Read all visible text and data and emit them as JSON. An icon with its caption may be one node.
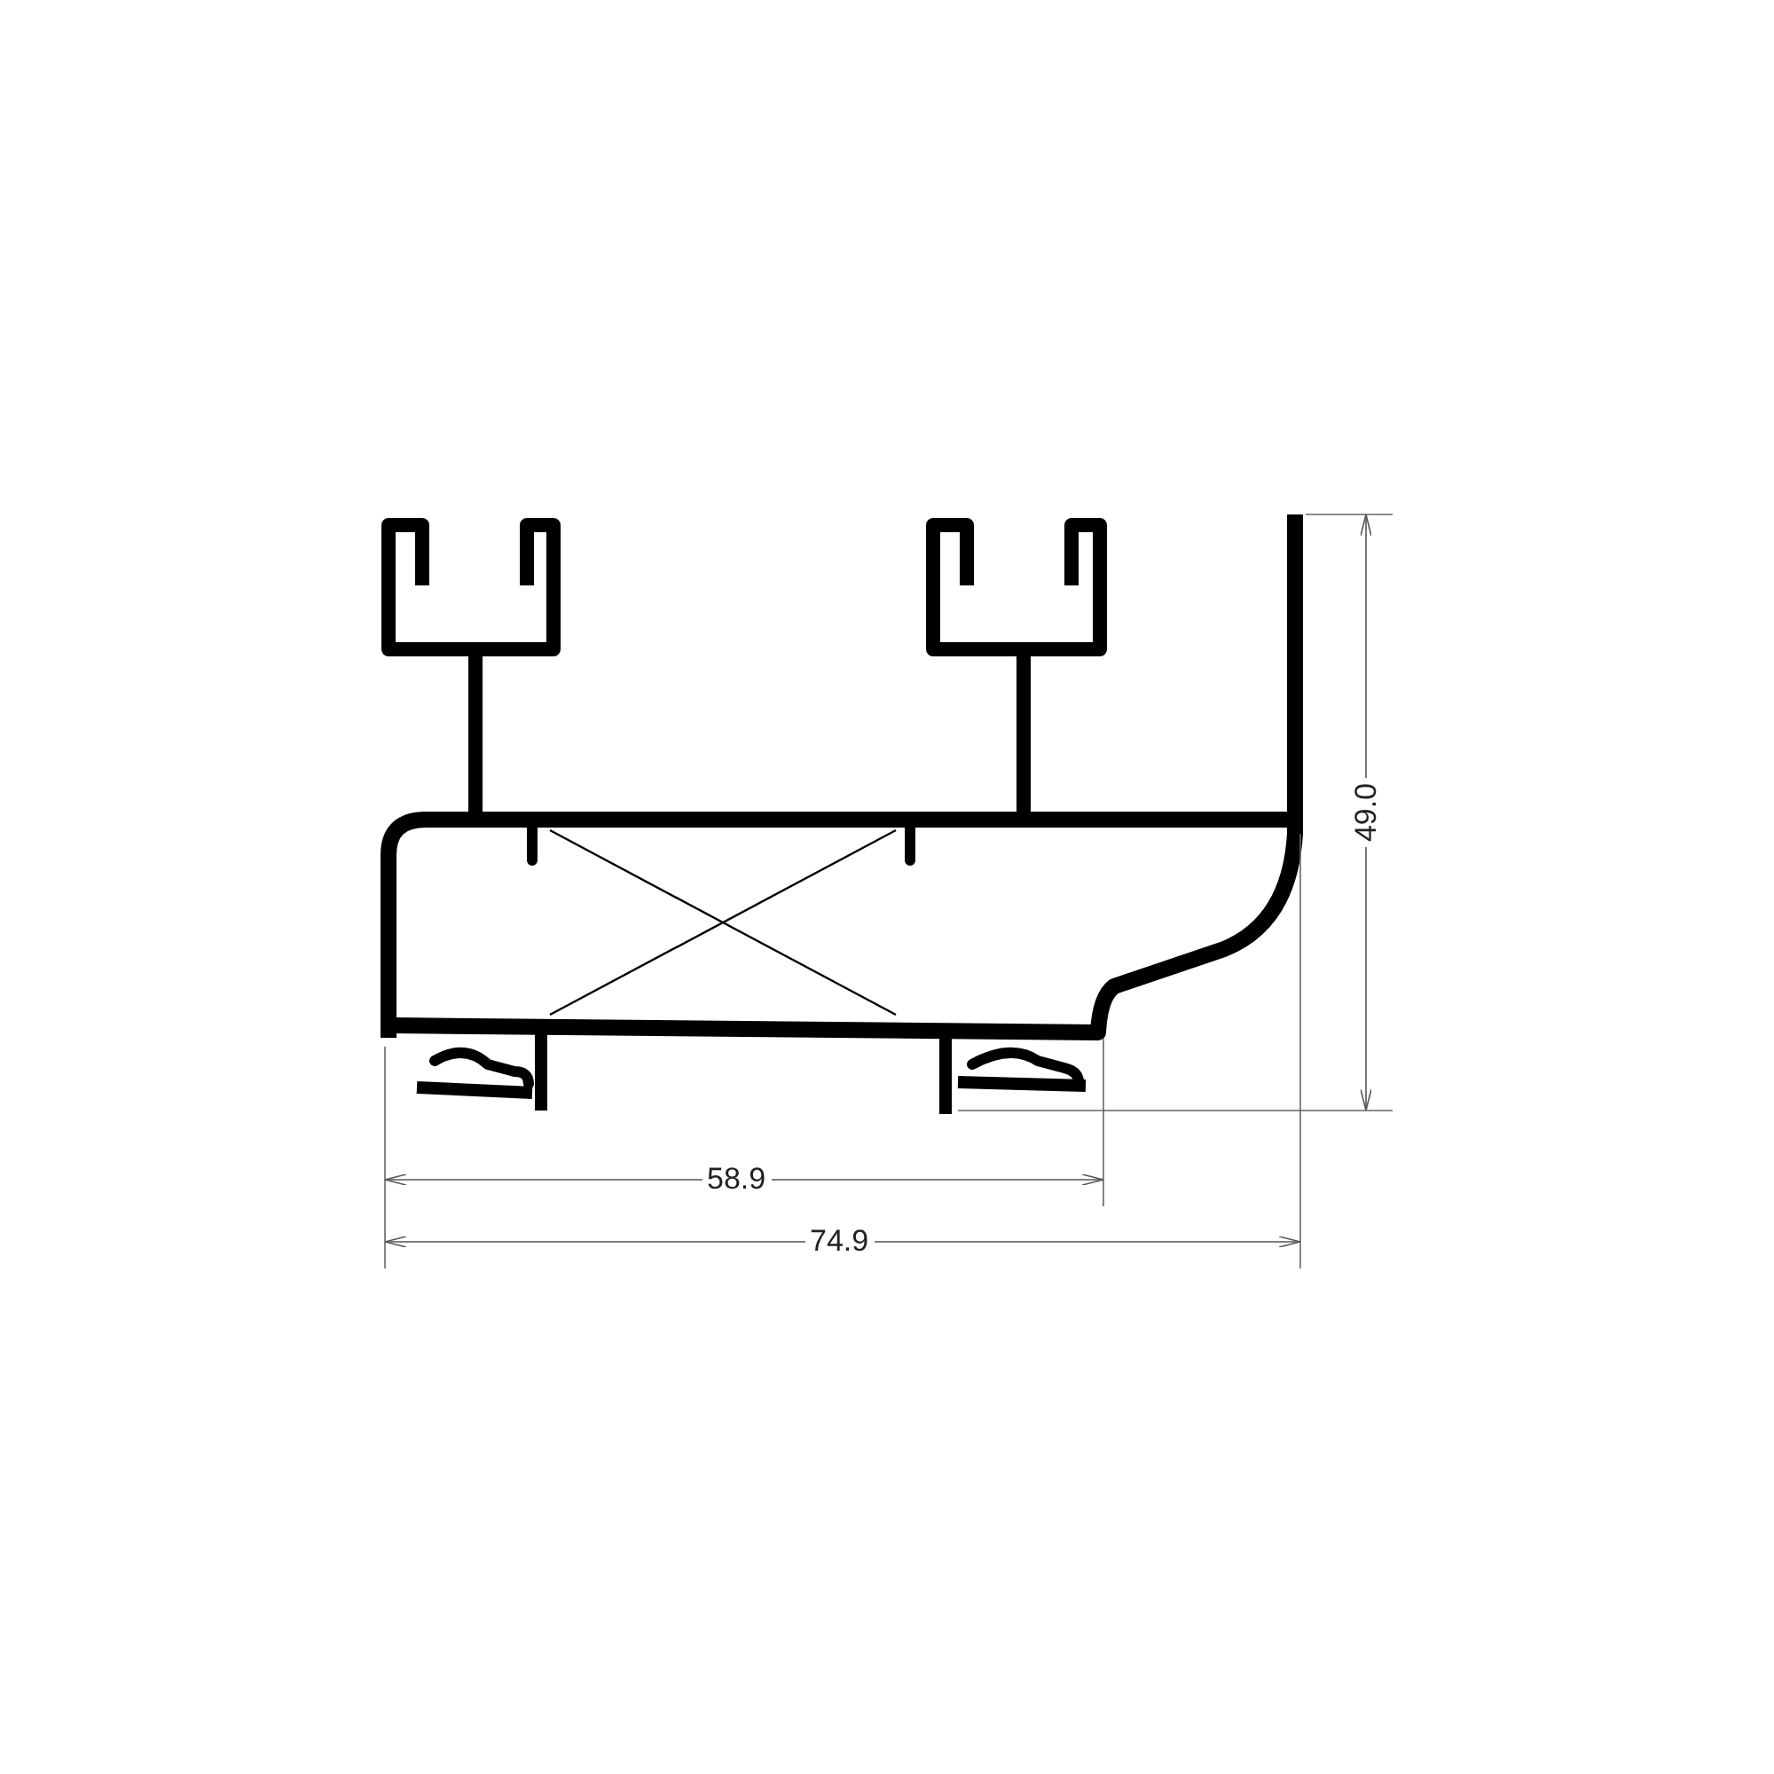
{
  "diagram": {
    "labels": [
      "49.0",
      "58.9",
      "74.9"
    ]
  }
}
